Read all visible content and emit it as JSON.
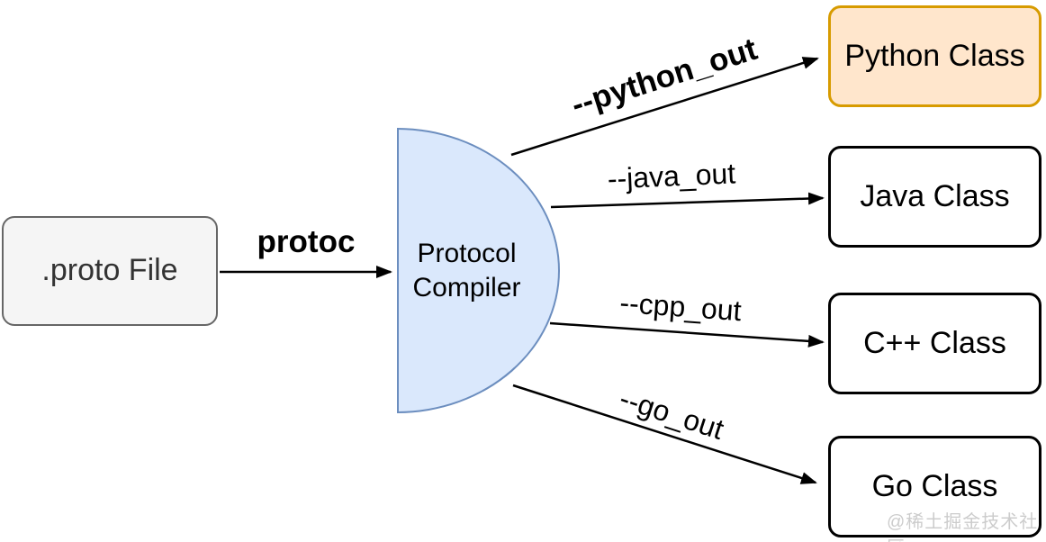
{
  "diagram": {
    "nodes": {
      "source": {
        "label": ".proto File"
      },
      "compiler": {
        "label": "Protocol\nCompiler"
      },
      "python": {
        "label": "Python Class"
      },
      "java": {
        "label": "Java Class"
      },
      "cpp": {
        "label": "C++ Class"
      },
      "go": {
        "label": "Go Class"
      }
    },
    "edges": {
      "protoc": {
        "label": "protoc"
      },
      "python_out": {
        "label": "--python_out"
      },
      "java_out": {
        "label": "--java_out"
      },
      "cpp_out": {
        "label": "--cpp_out"
      },
      "go_out": {
        "label": "--go_out"
      }
    },
    "watermark": "@稀土掘金技术社区",
    "colors": {
      "source_fill": "#f5f5f5",
      "source_border": "#666666",
      "compiler_fill": "#dae8fc",
      "compiler_border": "#6c8ebf",
      "python_fill": "#ffe6cc",
      "python_border": "#d79b00",
      "output_fill": "#ffffff",
      "output_border": "#000000",
      "arrow": "#000000",
      "watermark_color": "#cccccc"
    }
  }
}
